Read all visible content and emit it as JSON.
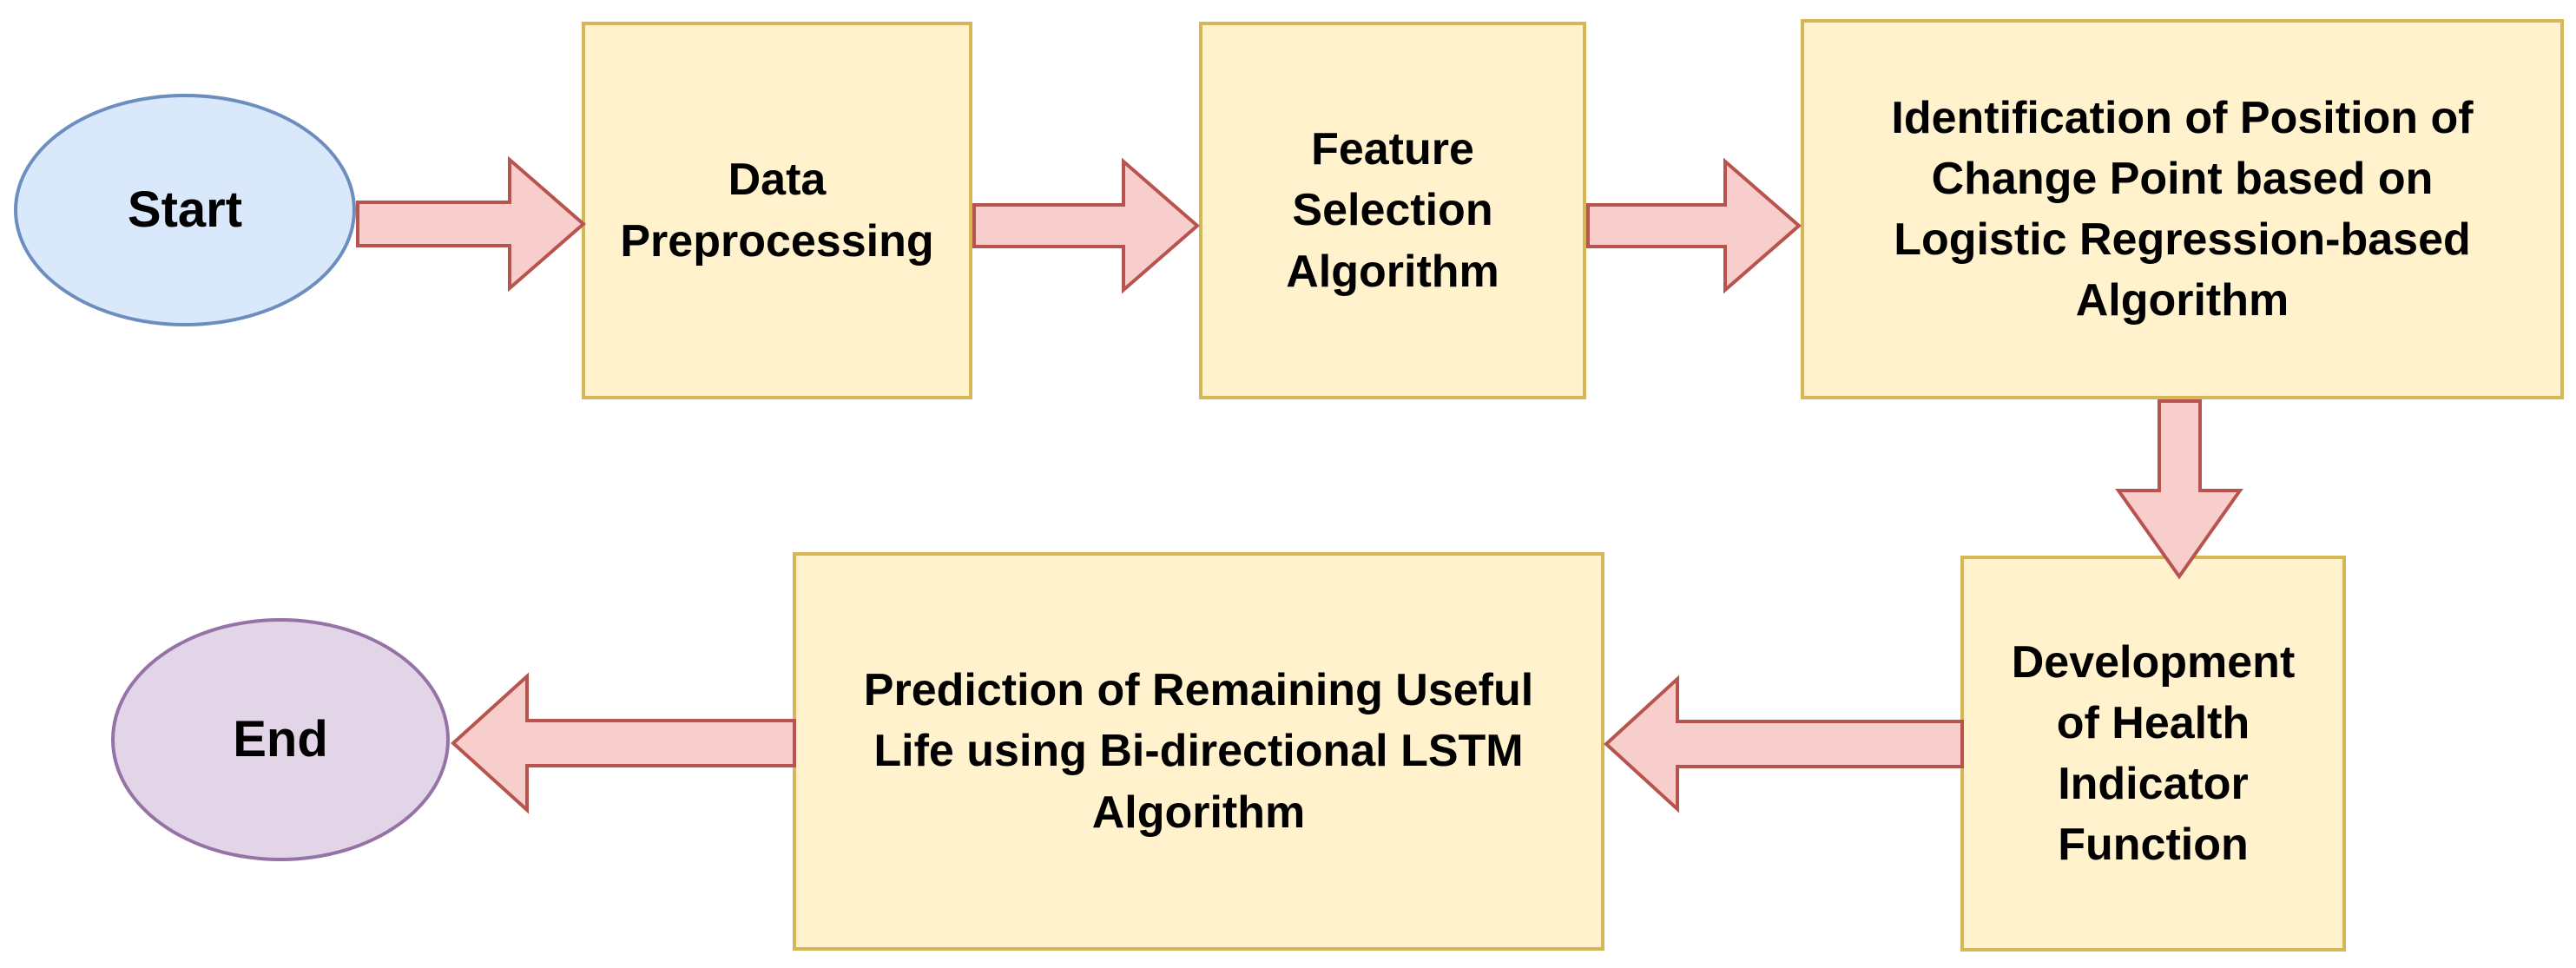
{
  "colors": {
    "background": "#ffffff",
    "process_fill": "#fff2cc",
    "process_stroke": "#d6b656",
    "start_fill": "#dae8fc",
    "start_stroke": "#6c8ebf",
    "end_fill": "#e1d5e7",
    "end_stroke": "#9673a6",
    "arrow_fill": "#f8cecc",
    "arrow_stroke": "#b85450",
    "text": "#000000"
  },
  "flowchart": {
    "nodes": {
      "start": {
        "shape": "ellipse",
        "label": "Start"
      },
      "data_preprocessing": {
        "shape": "rect",
        "label": [
          "Data",
          "Preprocessing"
        ]
      },
      "feature_selection": {
        "shape": "rect",
        "label": [
          "Feature",
          "Selection",
          "Algorithm"
        ]
      },
      "change_point_identification": {
        "shape": "rect",
        "label": [
          "Identification of Position of",
          "Change Point based on",
          "Logistic Regression-based",
          "Algorithm"
        ]
      },
      "health_indicator": {
        "shape": "rect",
        "label": [
          "Development",
          "of Health",
          "Indicator",
          "Function"
        ]
      },
      "rul_prediction": {
        "shape": "rect",
        "label": [
          "Prediction of Remaining Useful",
          "Life using Bi-directional LSTM",
          "Algorithm"
        ]
      },
      "end": {
        "shape": "ellipse",
        "label": "End"
      }
    },
    "edges": [
      {
        "from": "start",
        "to": "data_preprocessing",
        "direction": "right"
      },
      {
        "from": "data_preprocessing",
        "to": "feature_selection",
        "direction": "right"
      },
      {
        "from": "feature_selection",
        "to": "change_point_identification",
        "direction": "right"
      },
      {
        "from": "change_point_identification",
        "to": "health_indicator",
        "direction": "down"
      },
      {
        "from": "health_indicator",
        "to": "rul_prediction",
        "direction": "left"
      },
      {
        "from": "rul_prediction",
        "to": "end",
        "direction": "left"
      }
    ]
  }
}
